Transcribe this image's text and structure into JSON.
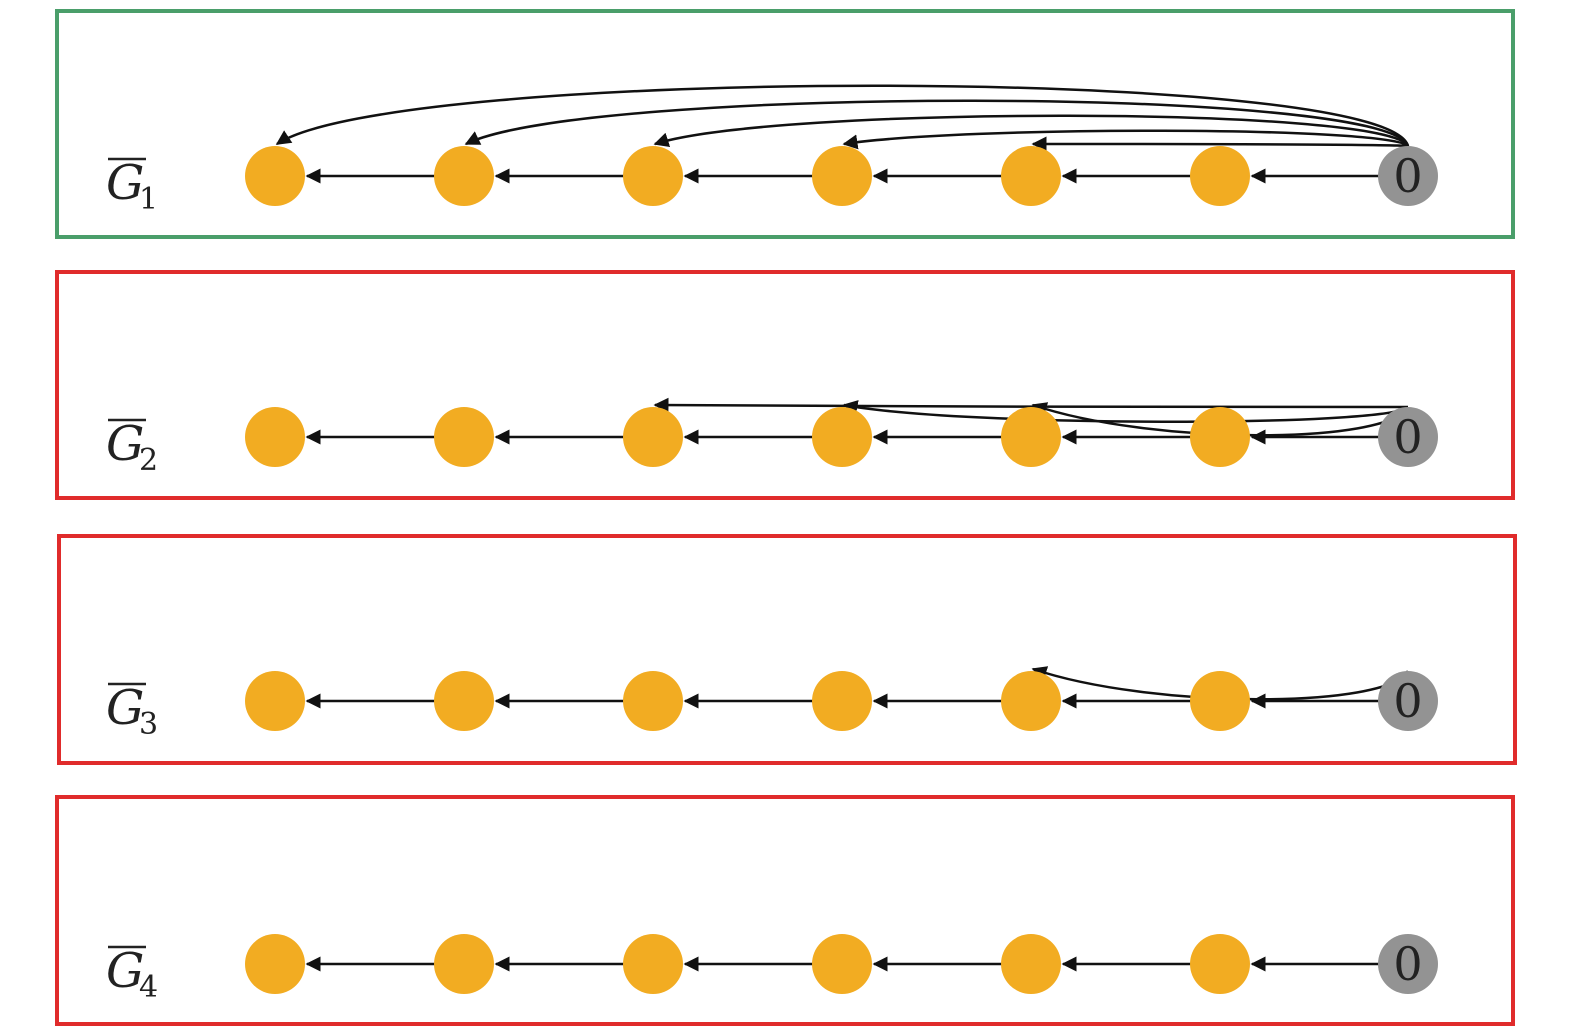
{
  "colors": {
    "node": "#F2AC22",
    "root": "#939393",
    "edge": "#111111",
    "panel_selected": "#4A9E6A",
    "panel_rejected": "#E02B2B"
  },
  "node_count": 6,
  "root_label": "0",
  "panels": [
    {
      "label_main": "G",
      "label_sub": "1",
      "border": "selected",
      "long_edge_targets": [
        1,
        2,
        3,
        4,
        5
      ]
    },
    {
      "label_main": "G",
      "label_sub": "2",
      "border": "rejected",
      "long_edge_targets": [
        3,
        4,
        5
      ]
    },
    {
      "label_main": "G",
      "label_sub": "3",
      "border": "rejected",
      "long_edge_targets": [
        5
      ]
    },
    {
      "label_main": "G",
      "label_sub": "4",
      "border": "rejected",
      "long_edge_targets": []
    }
  ]
}
